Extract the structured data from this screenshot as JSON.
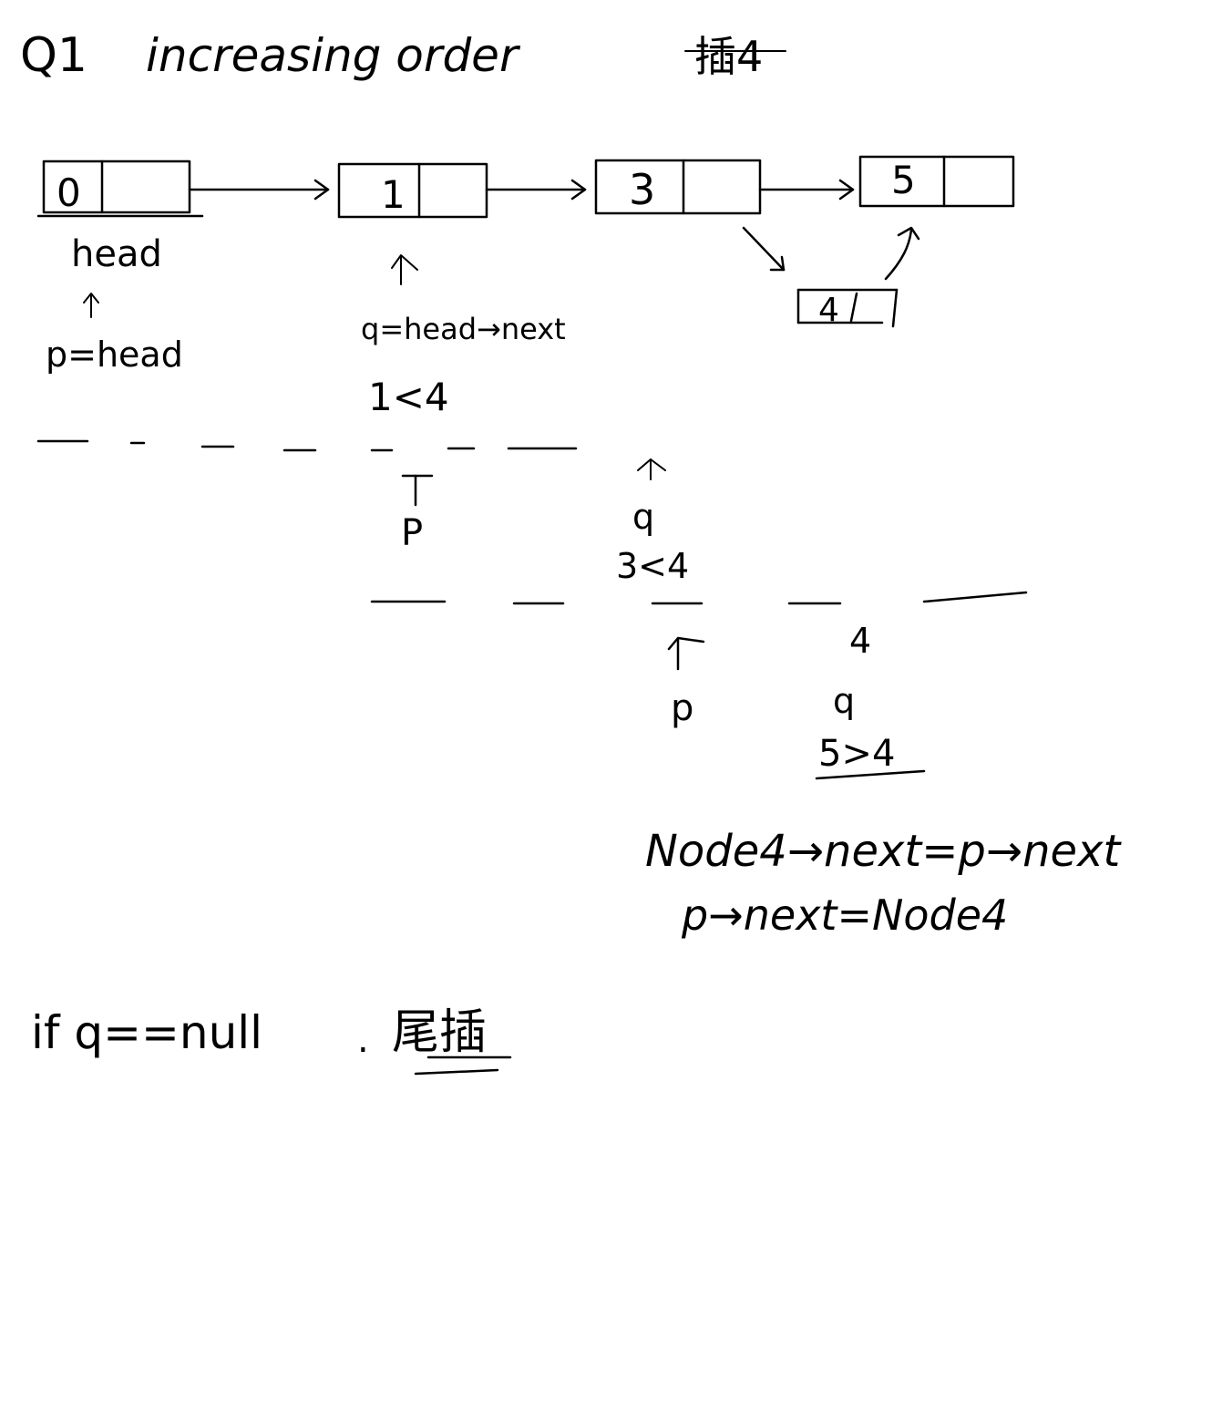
{
  "title": {
    "question": "Q1",
    "topic": "increasing order",
    "insert_mark": "插4"
  },
  "nodes": [
    {
      "id": "n0",
      "value": "0"
    },
    {
      "id": "n1",
      "value": "1"
    },
    {
      "id": "n3",
      "value": "3"
    },
    {
      "id": "n5",
      "value": "5"
    },
    {
      "id": "n4",
      "value": "4"
    }
  ],
  "annotations": {
    "head_label": "head",
    "p_init": "p=head",
    "q_init": "q=head→next",
    "cmp1": "1<4",
    "row2_p": "P",
    "row2_q": "q",
    "cmp2": "3<4",
    "row3_p": "p",
    "row3_q": "q",
    "row3_four": "4",
    "cmp3": "5>4",
    "step1": "Node4→next=p→next",
    "step2": "p→next=Node4",
    "tail_case": "if q==null",
    "tail_mark": ".",
    "tail_insert": "尾插"
  }
}
